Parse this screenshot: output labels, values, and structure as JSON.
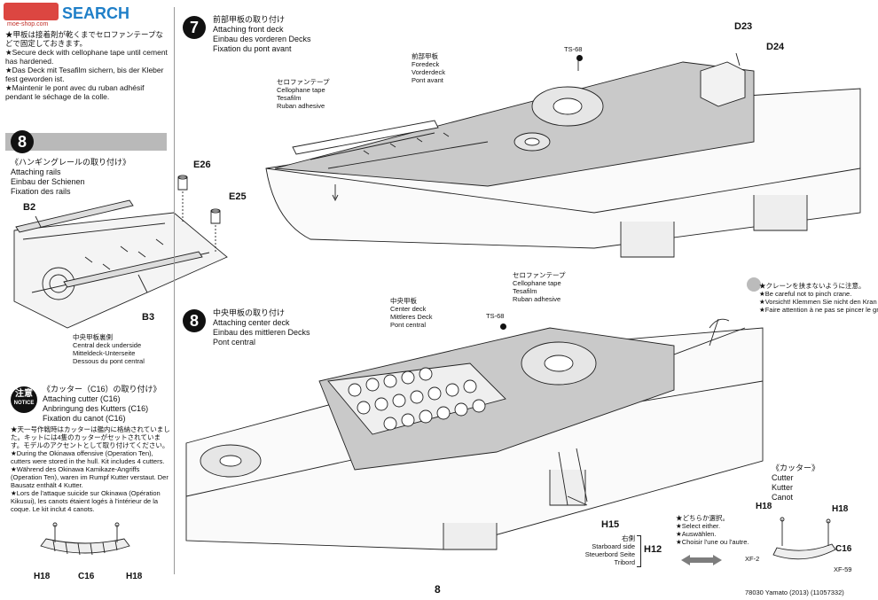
{
  "watermark": {
    "brand": "SEARCH",
    "site": "moe-shop.com"
  },
  "top_note": [
    "★甲板は接着剤が乾くまでセロファンテープなどで固定しておきます。",
    "★Secure deck with cellophane tape until cement has hardened.",
    "★Das Deck mit Tesafilm sichern, bis der Kleber fest geworden ist.",
    "★Maintenir le pont avec du ruban adhésif pendant le séchage de la colle."
  ],
  "step8_left": {
    "number": "8",
    "title": [
      "《ハンギングレールの取り付け》",
      "Attaching rails",
      "Einbau der Schienen",
      "Fixation des rails"
    ],
    "parts": [
      "E26",
      "E25",
      "B2",
      "B3"
    ],
    "caption": [
      "中央甲板裏側",
      "Central deck underside",
      "Mitteldeck-Unterseite",
      "Dessous du pont central"
    ]
  },
  "cutter_section": {
    "notice_top": "注意",
    "notice_bottom": "NOTICE",
    "title": [
      "《カッター（C16）の取り付け》",
      "Attaching cutter (C16)",
      "Anbringung des Kutters (C16)",
      "Fixation du canot (C16)"
    ],
    "body": [
      "★天一号作戦時はカッターは艦内に格納されていました。キットには4隻のカッターがセットされています。モデルのアクセントとして取り付けてください。",
      "★During the Okinawa offensive (Operation Ten), cutters were stored in the hull. Kit includes 4 cutters.",
      "★Während des Okinawa Kamikaze-Angriffs (Operation Ten), waren im Rumpf Kutter verstaut. Der Bausatz enthält 4 Kutter.",
      "★Lors de l'attaque suicide sur Okinawa (Opération Kikusui), les canots étaient logés à l'intérieur de la coque. Le kit inclut 4 canots."
    ],
    "labels": [
      "H18",
      "C16",
      "H18"
    ]
  },
  "step7": {
    "number": "7",
    "title": [
      "前部甲板の取り付け",
      "Attaching front deck",
      "Einbau des vorderen Decks",
      "Fixation du pont avant"
    ],
    "foredeck": [
      "前部甲板",
      "Foredeck",
      "Vorderdeck",
      "Pont avant"
    ],
    "tape": [
      "セロファンテープ",
      "Cellophane tape",
      "Tesafilm",
      "Ruban adhesive"
    ],
    "ts": "TS-68",
    "parts": [
      "D23",
      "D24"
    ]
  },
  "step8_main": {
    "number": "8",
    "title": [
      "中央甲板の取り付け",
      "Attaching center deck",
      "Einbau des mittleren Decks",
      "Pont central"
    ],
    "center_deck": [
      "中央甲板",
      "Center deck",
      "Mittleres Deck",
      "Pont central"
    ],
    "tape": [
      "セロファンテープ",
      "Cellophane tape",
      "Tesafilm",
      "Ruban adhesive"
    ],
    "ts": "TS-68",
    "crane_note": [
      "★クレーンを挟まないように注意。",
      "★Be careful not to pinch crane.",
      "★Vorsicht! Klemmen Sie nicht den Kran ein!",
      "★Faire attention à ne pas se pincer le grue."
    ],
    "h15": "H15",
    "starboard": [
      "右側",
      "Starboard side",
      "Steuerbord Seite",
      "Tribord"
    ],
    "h12": "H12",
    "select": [
      "★どちらか選択。",
      "★Select either.",
      "★Auswählen.",
      "★Choisir l'une ou l'autre."
    ]
  },
  "cutter_right": {
    "title": [
      "《カッター》",
      "Cutter",
      "Kutter",
      "Canot"
    ],
    "labels": [
      "H18",
      "H18",
      "C16",
      "XF-2",
      "XF-59"
    ]
  },
  "footer": {
    "page": "8",
    "code": "78030 Yamato (2013) (11057332)"
  }
}
